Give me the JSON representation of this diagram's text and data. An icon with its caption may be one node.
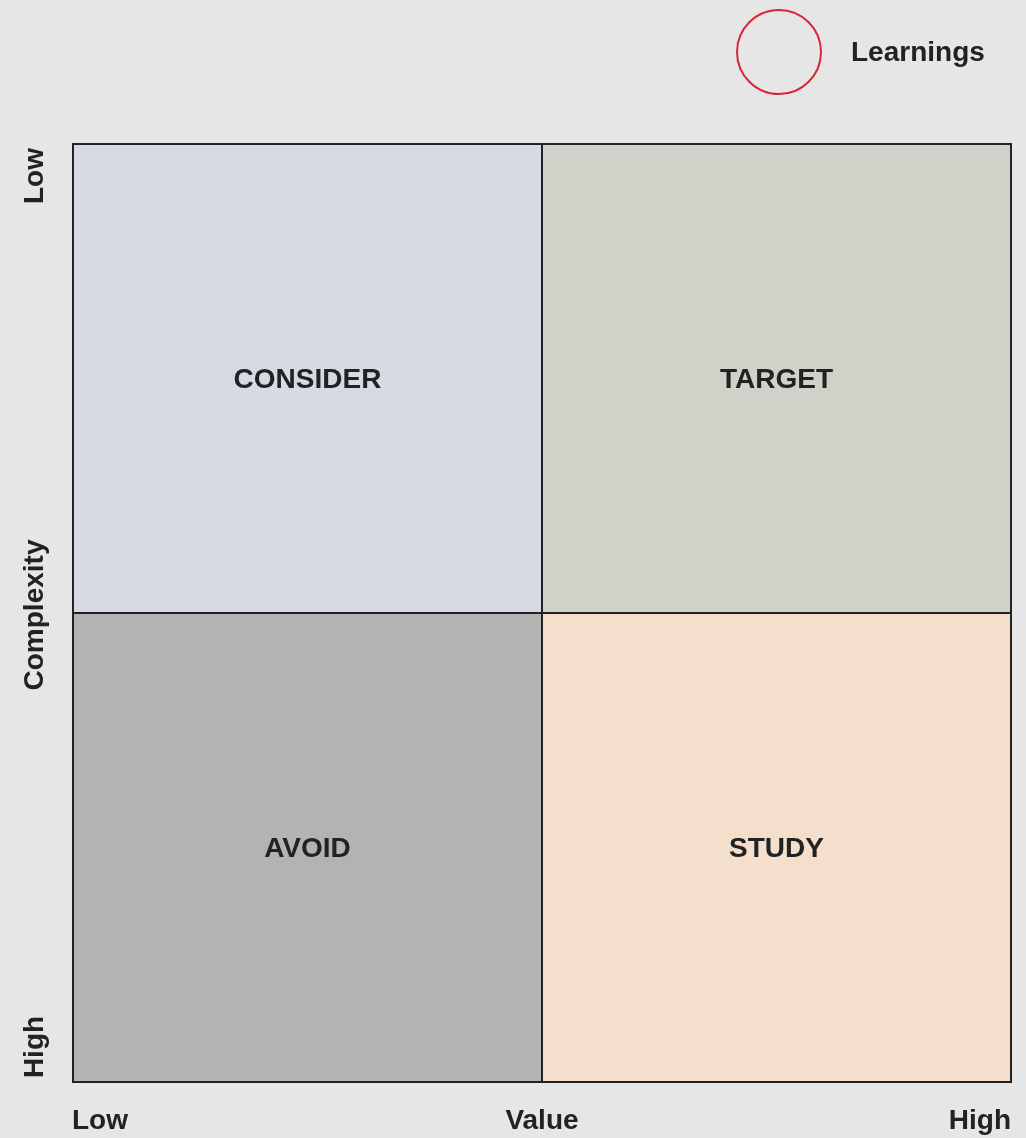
{
  "diagram": {
    "nodes": [
      {
        "text": [
          "CONSIDER"
        ]
      },
      {
        "text": [
          "TARGET"
        ]
      },
      {
        "text": [
          "AVOID"
        ]
      },
      {
        "text": [
          "STUDY"
        ]
      }
    ],
    "labels": [
      "Low",
      "Complexity",
      "High",
      "Low",
      "Value",
      "High"
    ],
    "legend": [
      {
        "text": "Learnings"
      }
    ]
  }
}
